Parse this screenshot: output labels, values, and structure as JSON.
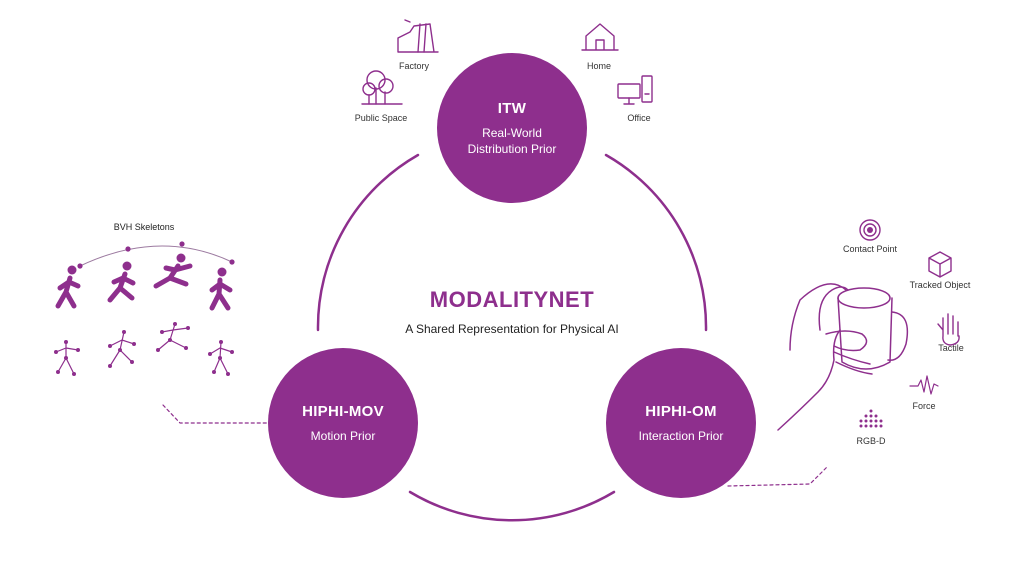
{
  "center": {
    "title": "MODALITYNET",
    "subtitle": "A Shared Representation for Physical AI"
  },
  "nodes": {
    "itw": {
      "title": "ITW",
      "subtitle": "Real-World Distribution Prior"
    },
    "mov": {
      "title": "HIPHI-MOV",
      "subtitle": "Motion Prior"
    },
    "om": {
      "title": "HIPHI-OM",
      "subtitle": "Interaction Prior"
    }
  },
  "environments": [
    "Factory",
    "Home",
    "Public Space",
    "Office"
  ],
  "motion": {
    "label": "BVH Skeletons"
  },
  "interaction": [
    "Contact Point",
    "Tracked Object",
    "Tactile",
    "Force",
    "RGB-D"
  ],
  "colors": {
    "accent": "#8e2f8d",
    "text": "#222222",
    "line": "#8e2f8d"
  },
  "icons": [
    "factory-icon",
    "home-icon",
    "tree-icon",
    "monitor-icon",
    "target-icon",
    "cube-icon",
    "hand-icon",
    "waveform-icon",
    "dot-grid-icon",
    "hand-cup-illustration",
    "runner-icon",
    "skeleton-icon"
  ]
}
